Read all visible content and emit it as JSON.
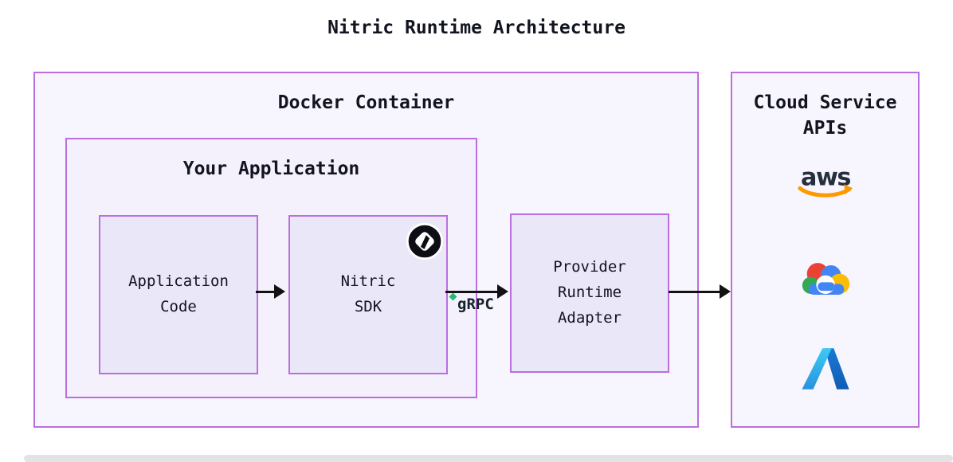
{
  "page": {
    "title": "Nitric Runtime Architecture"
  },
  "docker": {
    "label": "Docker Container"
  },
  "your_app": {
    "label": "Your Application"
  },
  "nodes": {
    "application_code": "Application Code",
    "nitric_sdk": "Nitric SDK",
    "provider_adapter": "Provider Runtime Adapter"
  },
  "edges": {
    "grpc_label": "gRPC"
  },
  "cloud": {
    "label": "Cloud Service APIs",
    "aws_wordmark": "aws",
    "providers": [
      "AWS",
      "Google Cloud",
      "Azure"
    ]
  },
  "colors": {
    "purple_border": "#bb6fde",
    "outer_fill": "#f7f5fd",
    "mid_fill": "#f4f1fc",
    "node_fill": "#eae7f8",
    "arrow": "#121212",
    "text": "#121420",
    "grpc_green": "#2bb673",
    "nitric_black": "#0d0d15",
    "aws_navy": "#252f3e",
    "aws_orange": "#ff9900",
    "gcp_blue": "#4285f4",
    "gcp_red": "#ea4335",
    "gcp_yellow": "#fbbc05",
    "gcp_green": "#34a853",
    "azure_light_top": "#3ccbf4",
    "azure_light_bottom": "#2892df",
    "azure_dark_top": "#1b78d4",
    "azure_dark_bottom": "#0f5eb3",
    "scrollbar_gray": "#e3e3e5"
  }
}
